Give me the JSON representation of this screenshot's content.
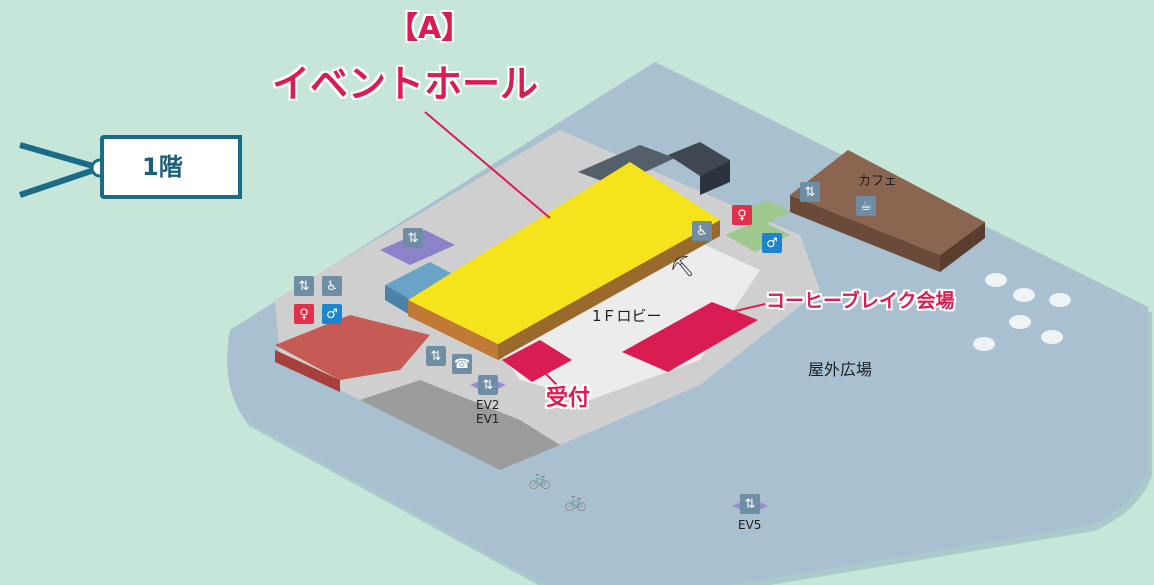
{
  "floor": {
    "label": "1階"
  },
  "event_hall": {
    "code": "【A】",
    "name": "イベントホール"
  },
  "areas": {
    "lobby": "1Ｆロビー",
    "coffee_break": "コーヒーブレイク会場",
    "reception": "受付",
    "outdoor_plaza": "屋外広場",
    "cafe": "カフェ"
  },
  "elevators": {
    "ev2": "EV2",
    "ev1": "EV1",
    "ev5": "EV5"
  },
  "icons": {
    "cafe_cup": "☕",
    "phone": "☎",
    "escalator": "⛏",
    "bicycle": "🚲",
    "restroom_female": "♀",
    "restroom_male": "♂",
    "accessible": "♿",
    "elevator": "⇅"
  },
  "colors": {
    "background": "#c6e6da",
    "event_hall": "#f5e31c",
    "highlight": "#d91c52",
    "floor_tag": "#1a6c86",
    "cafe_building": "#8a6650"
  }
}
